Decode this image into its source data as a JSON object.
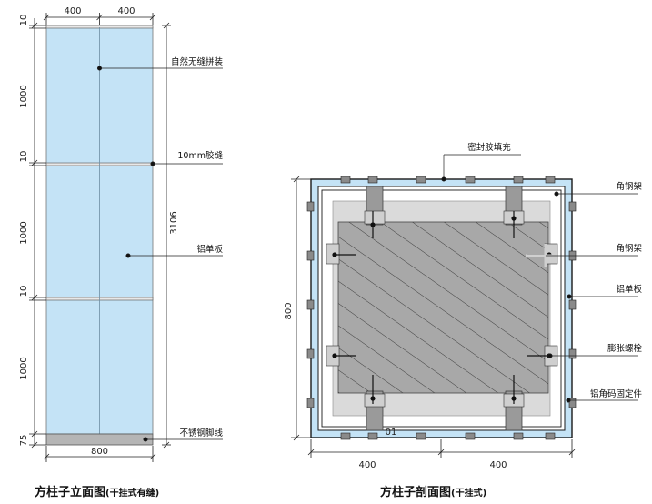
{
  "elevation": {
    "top_dims": [
      "400",
      "400"
    ],
    "left_dims": [
      "10",
      "1000",
      "10",
      "1000",
      "10",
      "1000",
      "75"
    ],
    "bottom_dim": "800",
    "overall_height": "3106",
    "callouts": {
      "seamless": "自然无缝拼装",
      "glue_joint": "10mm胶缝",
      "aluminum_panel": "铝单板",
      "steel_skirting": "不锈钢脚线"
    },
    "caption_main": "方柱子立面图",
    "caption_sub": "(干挂式有缝)"
  },
  "section": {
    "sealant": "密封胶填充",
    "angle_frame_1": "角钢架",
    "angle_frame_2": "角钢架",
    "aluminum_panel": "铝单板",
    "expansion_bolt": "膨胀螺栓",
    "angle_bracket": "铝角码固定件",
    "height_dim": "800",
    "bottom_dims": [
      "400",
      "400"
    ],
    "mark": "01",
    "caption_main": "方柱子剖面图",
    "caption_sub": "(干挂式)"
  },
  "colors": {
    "panel_blue": "#c4e3f6",
    "skirting": "#b5b5b5",
    "frame_line": "#1a1a1a",
    "concrete": "#a8a8a8",
    "grey_zone": "#dadada"
  }
}
